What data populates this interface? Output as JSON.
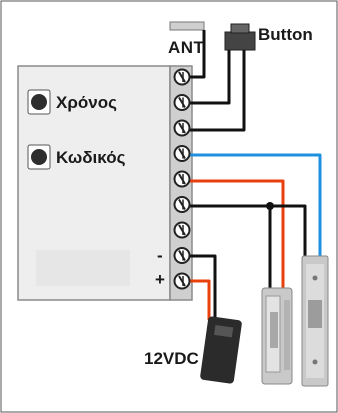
{
  "labels": {
    "antenna": "ANT",
    "button": "Button",
    "timer_button": "Χρόνος",
    "code_button": "Κωδικός",
    "minus": "-",
    "plus": "+",
    "power_supply": "12VDC"
  },
  "terminals": {
    "count": 9
  },
  "wire_colors": {
    "black": "#111111",
    "red": "#e8400c",
    "blue": "#1e90e0"
  },
  "colors": {
    "panel_fill": "#eeeeee",
    "panel_border": "#8a8a8a",
    "terminal_strip": "#cfcfcf",
    "screw_ring": "#222222",
    "push_button": "#2e2e2e",
    "lock_body": "#c9c9c9",
    "outer_frame": "#555555"
  },
  "components": {
    "antenna": "antenna-lead",
    "button": "external-push-button",
    "lock_left": "electric-strike-lock",
    "lock_right": "magnetic-bolt-lock",
    "psu": "power-adapter-plug"
  }
}
